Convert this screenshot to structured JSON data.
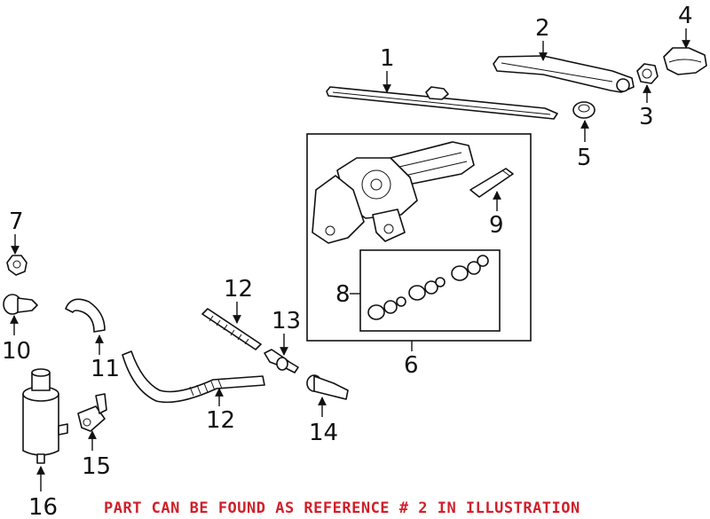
{
  "labels": {
    "l1": "1",
    "l2": "2",
    "l3": "3",
    "l4": "4",
    "l5": "5",
    "l6": "6",
    "l7": "7",
    "l8": "8",
    "l9": "9",
    "l10": "10",
    "l11": "11",
    "l12a": "12",
    "l12b": "12",
    "l13": "13",
    "l14": "14",
    "l15": "15",
    "l16": "16"
  },
  "caption": "PART CAN BE FOUND AS REFERENCE # 2 IN ILLUSTRATION",
  "colors": {
    "caption": "#d0202a",
    "line": "#111111"
  }
}
